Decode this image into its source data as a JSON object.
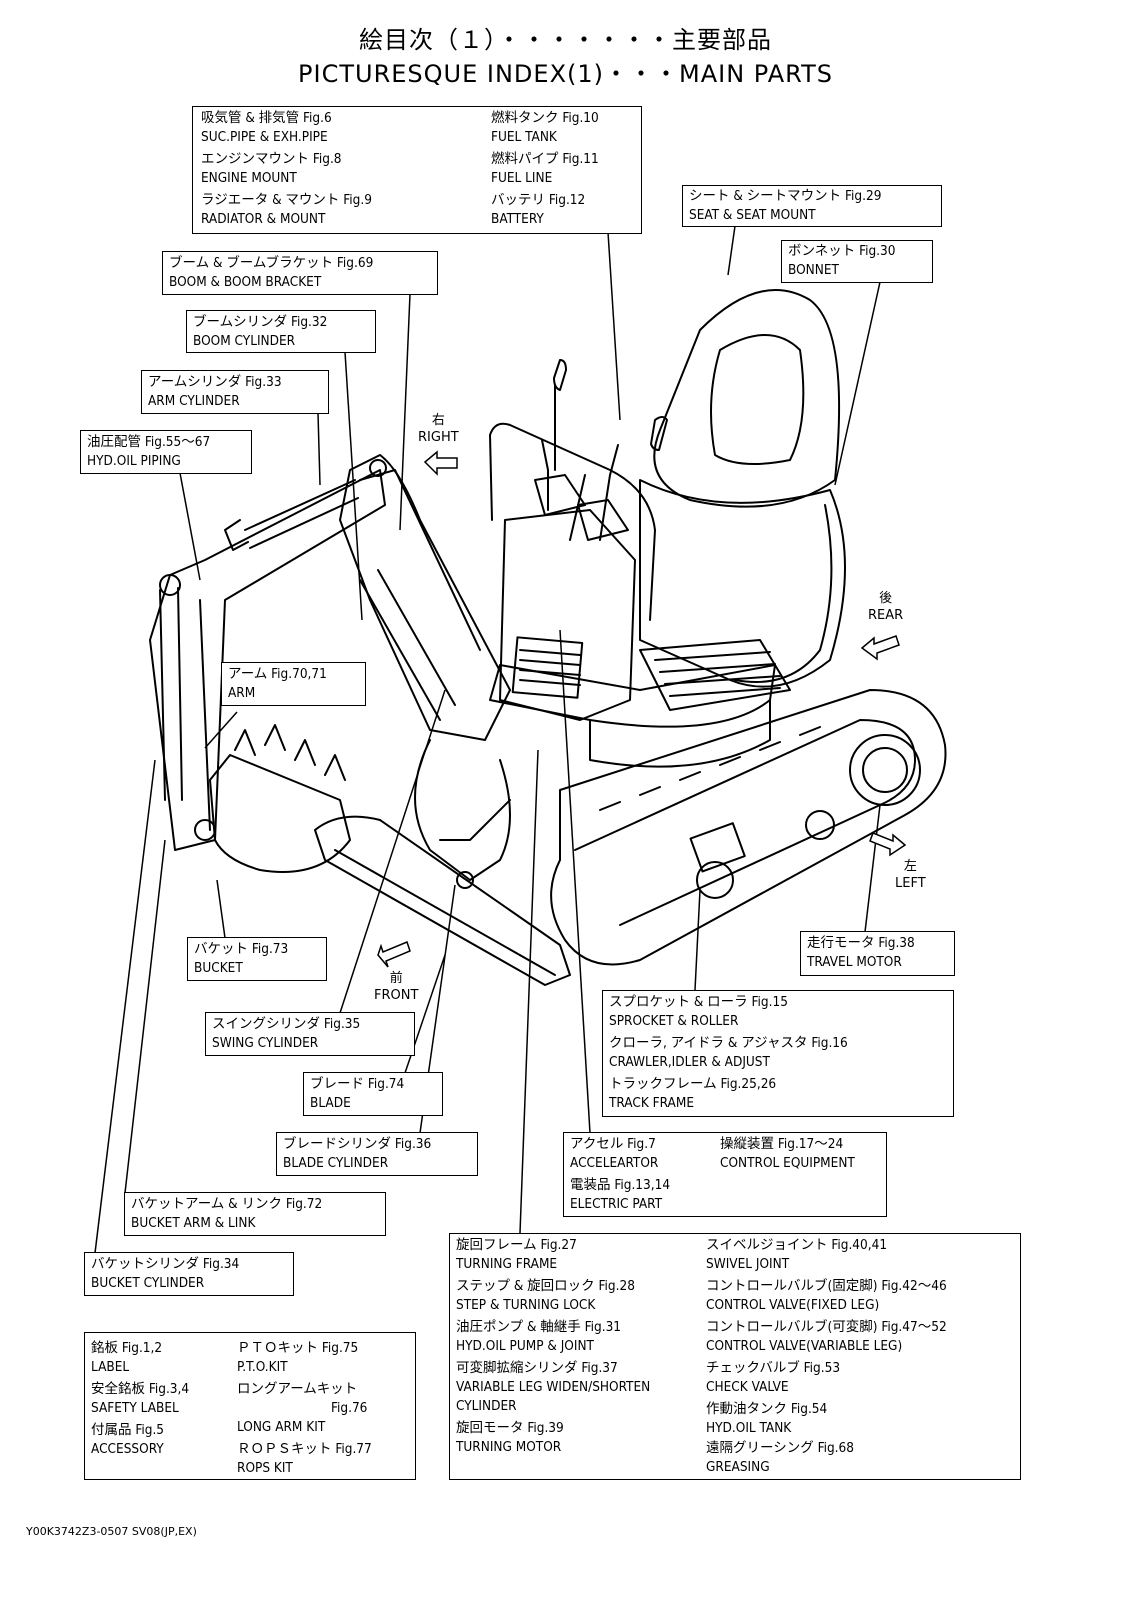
{
  "title": {
    "jp": "絵目次（１）・・・・・・・主要部品",
    "en": "PICTURESQUE INDEX(1)・・・MAIN PARTS"
  },
  "boxes": {
    "engine": [
      {
        "jp": "吸気管 & 排気管 Fig.6",
        "en": "SUC.PIPE & EXH.PIPE"
      },
      {
        "jp": "エンジンマウント Fig.8",
        "en": "ENGINE MOUNT"
      },
      {
        "jp": "ラジエータ & マウント Fig.9",
        "en": "RADIATOR & MOUNT"
      },
      {
        "jp": "燃料タンク Fig.10",
        "en": "FUEL TANK"
      },
      {
        "jp": "燃料パイプ Fig.11",
        "en": "FUEL LINE"
      },
      {
        "jp": "バッテリ Fig.12",
        "en": "BATTERY"
      }
    ],
    "seat": {
      "jp": "シート & シートマウント Fig.29",
      "en": "SEAT & SEAT MOUNT"
    },
    "bonnet": {
      "jp": "ボンネット Fig.30",
      "en": "BONNET"
    },
    "boom": {
      "jp": "ブーム & ブームブラケット Fig.69",
      "en": "BOOM & BOOM BRACKET"
    },
    "boom_cylinder": {
      "jp": "ブームシリンダ Fig.32",
      "en": "BOOM CYLINDER"
    },
    "arm_cylinder": {
      "jp": "アームシリンダ Fig.33",
      "en": "ARM CYLINDER"
    },
    "hyd_oil_piping": {
      "jp": "油圧配管 Fig.55～67",
      "en": "HYD.OIL PIPING"
    },
    "arm": {
      "jp": "アーム Fig.70,71",
      "en": "ARM"
    },
    "bucket": {
      "jp": "バケット Fig.73",
      "en": "BUCKET"
    },
    "swing_cylinder": {
      "jp": "スイングシリンダ Fig.35",
      "en": "SWING CYLINDER"
    },
    "blade": {
      "jp": "ブレード Fig.74",
      "en": "BLADE"
    },
    "blade_cylinder": {
      "jp": "ブレードシリンダ Fig.36",
      "en": "BLADE CYLINDER"
    },
    "bucket_arm": {
      "jp": "バケットアーム & リンク Fig.72",
      "en": "BUCKET ARM & LINK"
    },
    "bucket_cylinder": {
      "jp": "バケットシリンダ Fig.34",
      "en": "BUCKET CYLINDER"
    },
    "travel_motor": {
      "jp": "走行モータ Fig.38",
      "en": "TRAVEL MOTOR"
    },
    "track": [
      {
        "jp": "スプロケット & ローラ Fig.15",
        "en": "SPROCKET & ROLLER"
      },
      {
        "jp": "クローラ, アイドラ & アジャスタ Fig.16",
        "en": "CRAWLER,IDLER & ADJUST"
      },
      {
        "jp": "トラックフレーム Fig.25,26",
        "en": "TRACK FRAME"
      }
    ],
    "control": [
      {
        "jp": "アクセル Fig.7",
        "en": "ACCELEARTOR"
      },
      {
        "jp": "電装品 Fig.13,14",
        "en": "ELECTRIC PART"
      },
      {
        "jp": "操縦装置 Fig.17～24",
        "en": "CONTROL EQUIPMENT"
      }
    ],
    "turning": [
      {
        "jp": "旋回フレーム Fig.27",
        "en": "TURNING FRAME"
      },
      {
        "jp": "ステップ & 旋回ロック Fig.28",
        "en": "STEP & TURNING LOCK"
      },
      {
        "jp": "油圧ポンプ & 軸継手 Fig.31",
        "en": "HYD.OIL PUMP & JOINT"
      },
      {
        "jp": "可変脚拡縮シリンダ Fig.37",
        "en": "VARIABLE LEG WIDEN/SHORTEN",
        "en2": "CYLINDER"
      },
      {
        "jp": "旋回モータ Fig.39",
        "en": "TURNING MOTOR"
      },
      {
        "jp": "スイベルジョイント Fig.40,41",
        "en": "SWIVEL JOINT"
      },
      {
        "jp": "コントロールバルブ(固定脚) Fig.42～46",
        "en": "CONTROL VALVE(FIXED LEG)"
      },
      {
        "jp": "コントロールバルブ(可変脚) Fig.47～52",
        "en": "CONTROL VALVE(VARIABLE LEG)"
      },
      {
        "jp": "チェックバルブ Fig.53",
        "en": "CHECK VALVE"
      },
      {
        "jp": "作動油タンク Fig.54",
        "en": "HYD.OIL TANK"
      },
      {
        "jp": "遠隔グリーシング Fig.68",
        "en": "GREASING"
      }
    ],
    "misc": [
      {
        "jp": "銘板 Fig.1,2",
        "en": "LABEL"
      },
      {
        "jp": "安全銘板 Fig.3,4",
        "en": "SAFETY LABEL"
      },
      {
        "jp": "付属品 Fig.5",
        "en": "ACCESSORY"
      },
      {
        "jp": "ＰＴＯキット Fig.75",
        "en": "P.T.O.KIT"
      },
      {
        "jp": "ロングアームキット",
        "jp2": "Fig.76",
        "en": "LONG ARM KIT"
      },
      {
        "jp": "ＲＯＰＳキット Fig.77",
        "en": "ROPS KIT"
      }
    ]
  },
  "directions": {
    "right": {
      "jp": "右",
      "en": "RIGHT"
    },
    "rear": {
      "jp": "後",
      "en": "REAR"
    },
    "left": {
      "jp": "左",
      "en": "LEFT"
    },
    "front": {
      "jp": "前",
      "en": "FRONT"
    }
  },
  "footer": {
    "code": "Y00K3742Z3-0507 SV08(JP,EX)"
  }
}
